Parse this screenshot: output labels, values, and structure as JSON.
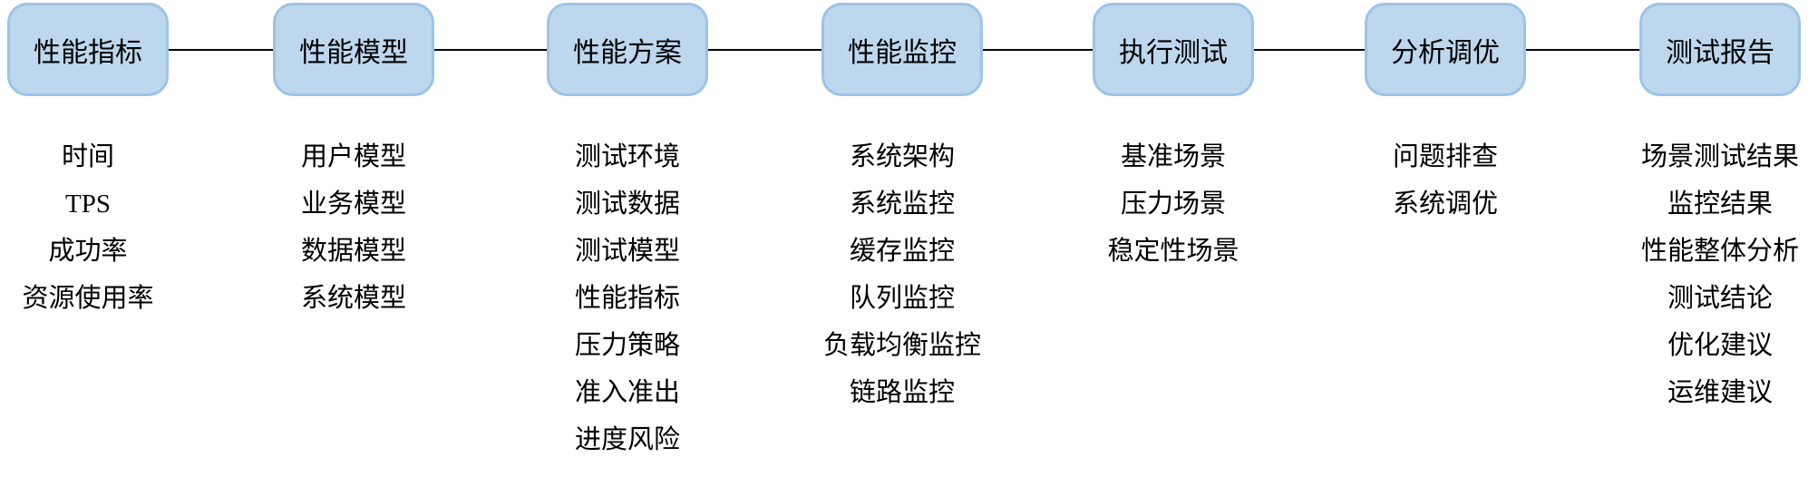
{
  "diagram": {
    "type": "flowchart",
    "colors": {
      "box_fill": "#BDD7EE",
      "box_border": "#9DC3E6",
      "connector_line": "#000000",
      "text": "#000000",
      "background": "#FFFFFF"
    },
    "columns": [
      {
        "label": "性能指标",
        "items": [
          "时间",
          "TPS",
          "成功率",
          "资源使用率"
        ]
      },
      {
        "label": "性能模型",
        "items": [
          "用户模型",
          "业务模型",
          "数据模型",
          "系统模型"
        ]
      },
      {
        "label": "性能方案",
        "items": [
          "测试环境",
          "测试数据",
          "测试模型",
          "性能指标",
          "压力策略",
          "准入准出",
          "进度风险"
        ]
      },
      {
        "label": "性能监控",
        "items": [
          "系统架构",
          "系统监控",
          "缓存监控",
          "队列监控",
          "负载均衡监控",
          "链路监控"
        ]
      },
      {
        "label": "执行测试",
        "items": [
          "基准场景",
          "压力场景",
          "稳定性场景"
        ]
      },
      {
        "label": "分析调优",
        "items": [
          "问题排查",
          "系统调优"
        ]
      },
      {
        "label": "测试报告",
        "items": [
          "场景测试结果",
          "监控结果",
          "性能整体分析",
          "测试结论",
          "优化建议",
          "运维建议"
        ]
      }
    ]
  }
}
